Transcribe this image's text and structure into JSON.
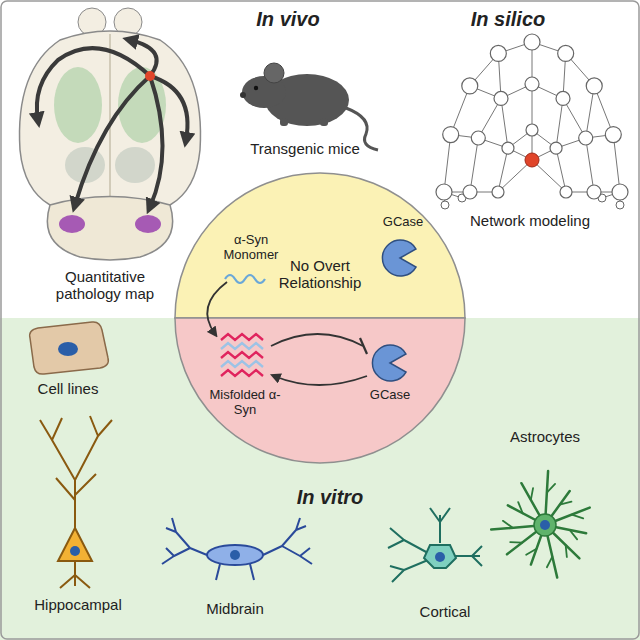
{
  "diagram": {
    "nodes": [
      {
        "text": [
          "α-Syn Monomer",
          "No Overt Relationship",
          "GCase"
        ]
      },
      {
        "text": [
          "Misfolded α-Syn",
          "GCase"
        ]
      }
    ],
    "labels": [
      "In vivo",
      "In silico",
      "Transgenic mice",
      "Network modeling",
      "Quantitative pathology map",
      "Cell lines",
      "Astrocytes",
      "In vitro",
      "Hippocampal",
      "Midbrain",
      "Cortical"
    ]
  }
}
